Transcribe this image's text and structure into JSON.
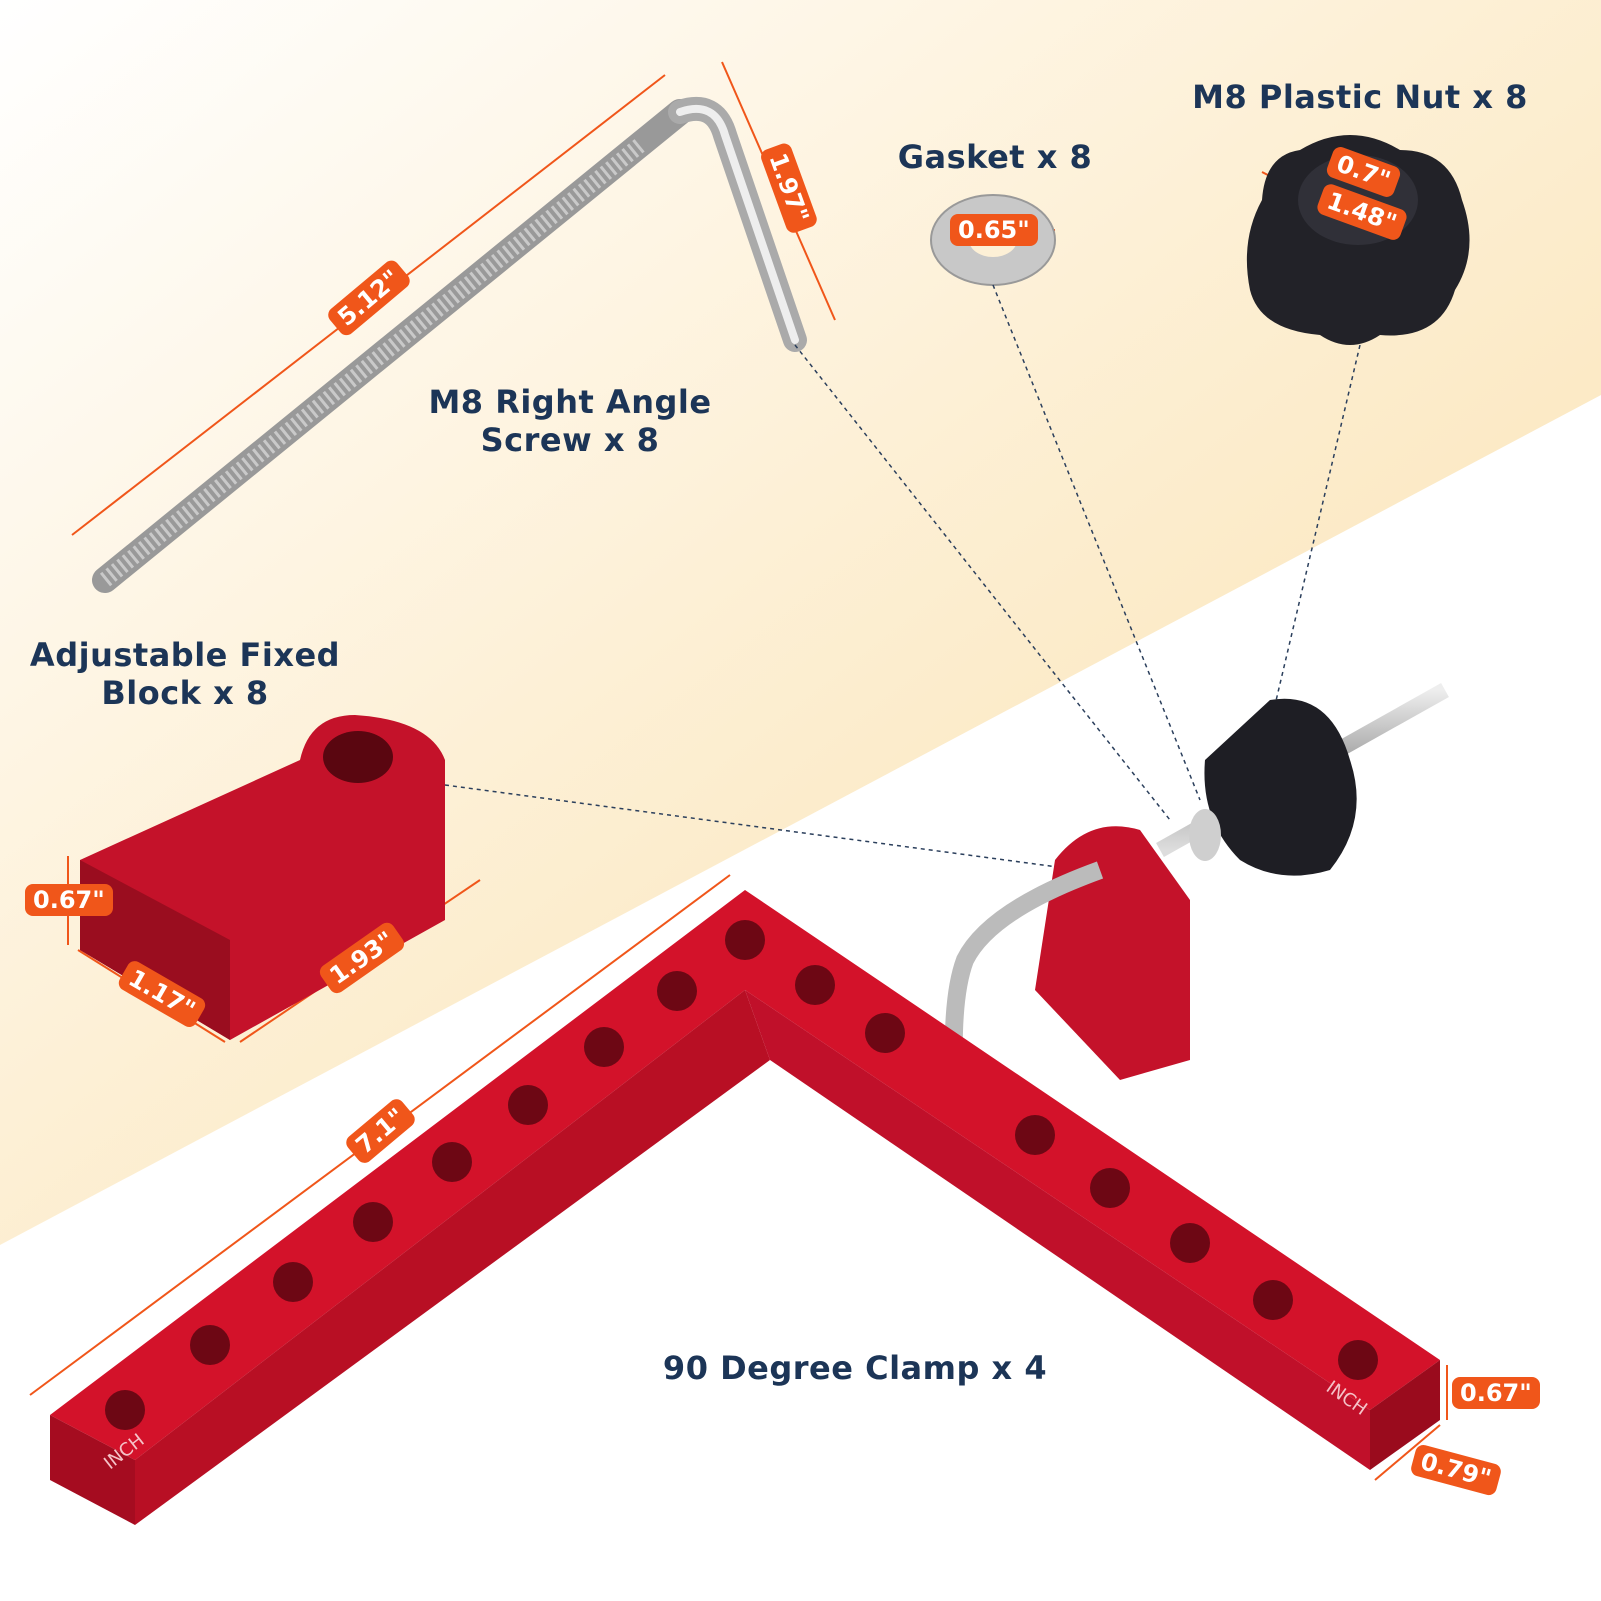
{
  "labels": {
    "nut": "M8 Plastic Nut x 8",
    "gasket": "Gasket x 8",
    "screw_line1": "M8 Right Angle",
    "screw_line2": "Screw x 8",
    "block_line1": "Adjustable Fixed",
    "block_line2": "Block x 8",
    "clamp": "90 Degree Clamp x 4"
  },
  "dimensions": {
    "screw_length": "5.12\"",
    "screw_bend": "1.97\"",
    "gasket_diameter": "0.65\"",
    "nut_inner": "0.7\"",
    "nut_outer": "1.48\"",
    "block_height": "0.67\"",
    "block_width": "1.17\"",
    "block_length": "1.93\"",
    "clamp_length": "7.1\"",
    "clamp_height": "0.67\"",
    "clamp_width": "0.79\""
  },
  "ruler_text": "INCH",
  "colors": {
    "label": "#1c3557",
    "tag": "#f0561a",
    "aluminum": "#d3122a",
    "background_warm": "#fbe5bb"
  }
}
